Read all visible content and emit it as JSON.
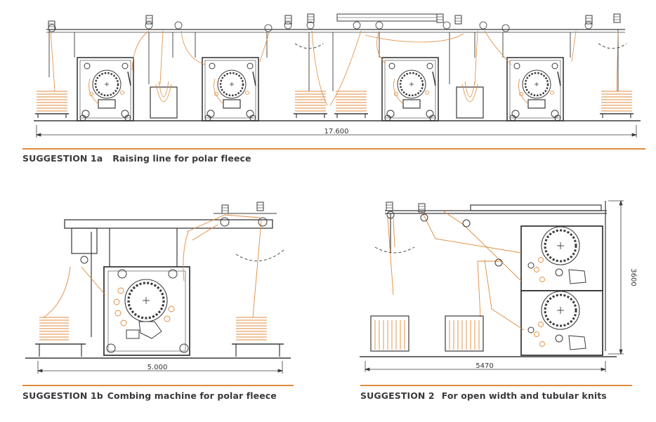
{
  "suggestions": [
    {
      "id": "1a",
      "label": "SUGGESTION 1a",
      "title": "Raising line for polar fleece",
      "dimension": "17.600"
    },
    {
      "id": "1b",
      "label": "SUGGESTION 1b",
      "title": "Combing machine for polar fleece",
      "dimension": "5.000"
    },
    {
      "id": "2",
      "label": "SUGGESTION 2",
      "title": "For open width and tubular knits",
      "dimension_width": "5470",
      "dimension_height": "3600"
    }
  ],
  "colors": {
    "accent": "#e08a3c",
    "line": "#3a3a3a",
    "fabric": "#e08a3c"
  }
}
